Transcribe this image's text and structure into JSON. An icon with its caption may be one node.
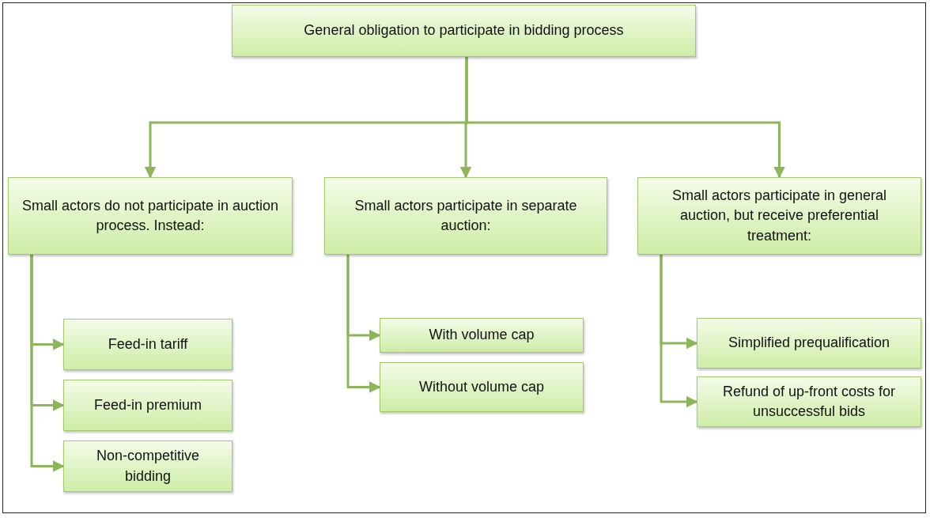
{
  "diagram": {
    "nodes": [
      {
        "text": [
          "General obligation to participate in bidding process"
        ]
      },
      {
        "text": [
          "Small actors do not participate in auction process. Instead:"
        ]
      },
      {
        "text": [
          "Small actors participate in separate auction:"
        ]
      },
      {
        "text": [
          "Small actors participate in general auction, but receive preferential treatment:"
        ]
      },
      {
        "text": [
          "Feed-in tariff"
        ]
      },
      {
        "text": [
          "Feed-in premium"
        ]
      },
      {
        "text": [
          "Non-competitive bidding"
        ]
      },
      {
        "text": [
          "With volume cap"
        ]
      },
      {
        "text": [
          "Without volume cap"
        ]
      },
      {
        "text": [
          "Simplified prequalification"
        ]
      },
      {
        "text": [
          "Refund of up-front costs for unsuccessful bids"
        ]
      }
    ],
    "edges": [
      {
        "from": 0,
        "to": 1,
        "arrow": "to"
      },
      {
        "from": 0,
        "to": 2,
        "arrow": "to"
      },
      {
        "from": 0,
        "to": 3,
        "arrow": "to"
      },
      {
        "from": 1,
        "to": 4,
        "arrow": "to"
      },
      {
        "from": 1,
        "to": 5,
        "arrow": "to"
      },
      {
        "from": 1,
        "to": 6,
        "arrow": "to"
      },
      {
        "from": 2,
        "to": 7,
        "arrow": "to"
      },
      {
        "from": 2,
        "to": 8,
        "arrow": "to"
      },
      {
        "from": 3,
        "to": 9,
        "arrow": "to"
      },
      {
        "from": 3,
        "to": 10,
        "arrow": "to"
      }
    ]
  }
}
